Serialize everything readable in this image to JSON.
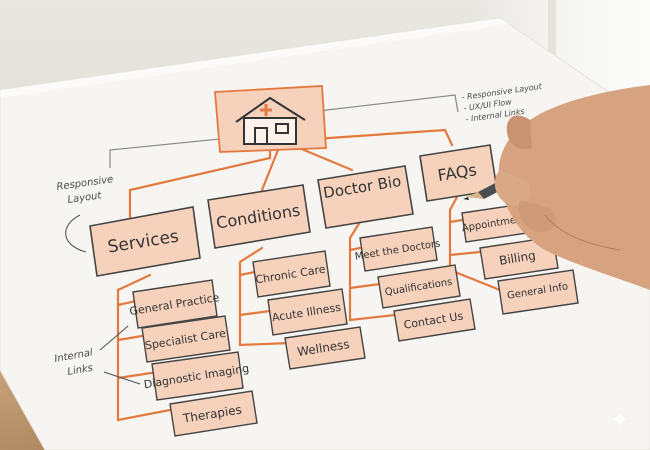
{
  "sitemap": {
    "root_icon": "house-with-cross-icon",
    "sections": [
      {
        "label": "Services",
        "children": [
          "General Practice",
          "Specialist Care",
          "Diagnostic Imaging",
          "Therapies"
        ]
      },
      {
        "label": "Conditions",
        "children": [
          "Chronic Care",
          "Acute Illness",
          "Wellness"
        ]
      },
      {
        "label": "Doctor Bio",
        "children": [
          "Meet the Doctors",
          "Qualifications",
          "Contact Us"
        ]
      },
      {
        "label": "FAQs",
        "children": [
          "Appointments",
          "Billing",
          "General Info"
        ]
      }
    ]
  },
  "annotations": {
    "responsive_left": [
      "Responsive",
      "Layout"
    ],
    "internal_links": [
      "Internal",
      "Links"
    ],
    "top_right_notes": [
      "- Responsive Layout",
      "- UX/UI Flow",
      "- Internal Links"
    ]
  },
  "colors": {
    "box_fill": "#f6d2bc",
    "connector": "#e3793f",
    "ink": "#333333",
    "paper": "#f7f5f1"
  }
}
